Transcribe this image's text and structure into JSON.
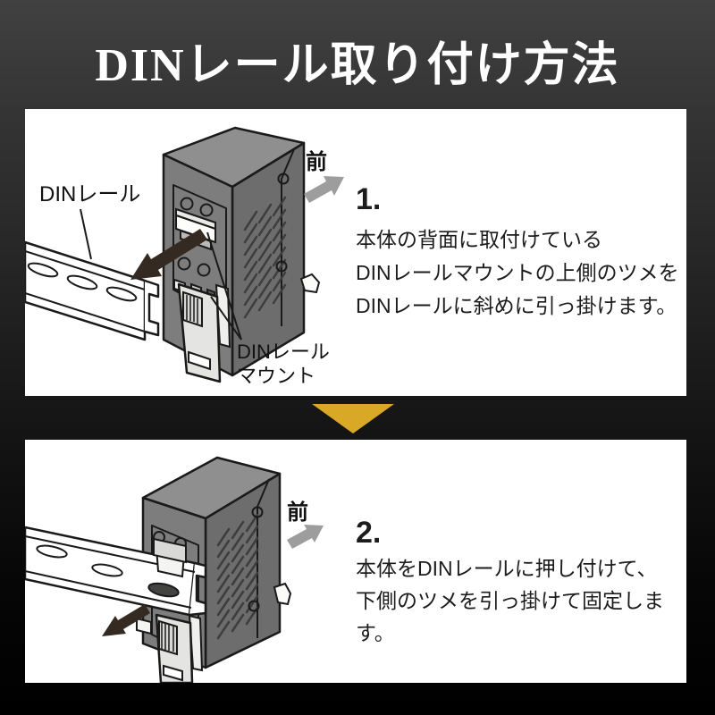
{
  "header": {
    "title": "DINレール取り付け方法"
  },
  "separator": {
    "icon": "down-triangle-arrow",
    "color": "#d8a826"
  },
  "steps": [
    {
      "number": "1.",
      "lines": [
        "本体の背面に取付けている",
        "DINレールマウントの上側のツメを",
        "DINレールに斜めに引っ掛けます。"
      ],
      "labels": {
        "din_rail": "DINレール",
        "front": "前",
        "mount": [
          "DINレール",
          "マウント"
        ]
      },
      "icons": [
        "pull-direction-arrow",
        "front-direction-arrow"
      ]
    },
    {
      "number": "2.",
      "lines": [
        "本体をDINレールに押し付けて、",
        "下側のツメを引っ掛けて固定します。"
      ],
      "labels": {
        "front": "前"
      },
      "icons": [
        "push-direction-arrow",
        "front-direction-arrow"
      ]
    }
  ],
  "colors": {
    "background_top": "#414141",
    "background_bottom": "#000000",
    "panel": "#ffffff",
    "title_text": "#ffffff",
    "body_text": "#1c1c1c",
    "accent_gold": "#d8a826",
    "device_top_face": "#8f8f8f",
    "device_back_face": "#7d7d7d",
    "device_side_face": "#6d6d6d",
    "mount_gray": "#e4e4e2",
    "dark_arrow": "#352a21",
    "front_arrow_gray": "#9d9d9d",
    "outline": "#1a1a1a"
  }
}
